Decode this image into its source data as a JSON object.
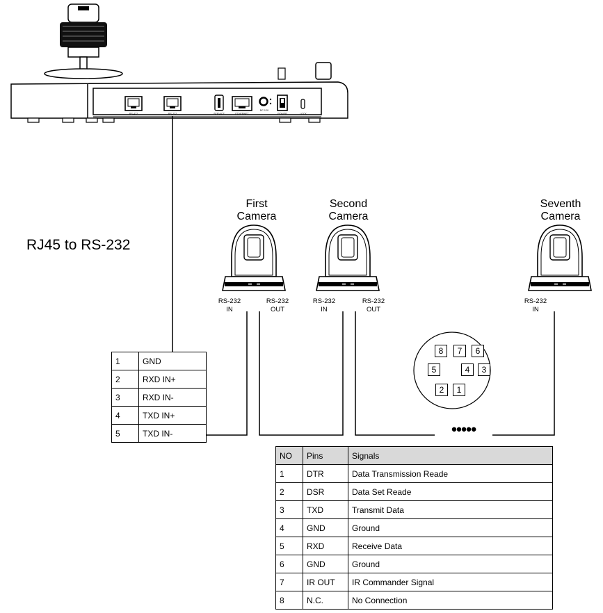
{
  "controller": {
    "port_labels": [
      "RS-422",
      "RS-232",
      "SERVICE",
      "ETHERNET",
      "DC 12V",
      "POWER",
      "LOCK"
    ]
  },
  "cable_label": "RJ45 to RS-232",
  "cameras": [
    {
      "name_line1": "First",
      "name_line2": "Camera",
      "in_label": [
        "RS-232",
        "IN"
      ],
      "out_label": [
        "RS-232",
        "OUT"
      ]
    },
    {
      "name_line1": "Second",
      "name_line2": "Camera",
      "in_label": [
        "RS-232",
        "IN"
      ],
      "out_label": [
        "RS-232",
        "OUT"
      ]
    },
    {
      "name_line1": "Seventh",
      "name_line2": "Camera",
      "in_label": [
        "RS-232",
        "IN"
      ]
    }
  ],
  "continuation": "●●●●●",
  "rj45_pinout": [
    {
      "no": "1",
      "signal": "GND"
    },
    {
      "no": "2",
      "signal": "RXD IN+"
    },
    {
      "no": "3",
      "signal": "RXD IN-"
    },
    {
      "no": "4",
      "signal": "TXD IN+"
    },
    {
      "no": "5",
      "signal": "TXD IN-"
    }
  ],
  "din_pins": [
    "8",
    "7",
    "6",
    "5",
    "4",
    "3",
    "2",
    "1"
  ],
  "signal_table": {
    "headers": [
      "NO",
      "Pins",
      "Signals"
    ],
    "rows": [
      [
        "1",
        "DTR",
        "Data Transmission Reade"
      ],
      [
        "2",
        "DSR",
        "Data Set Reade"
      ],
      [
        "3",
        "TXD",
        "Transmit Data"
      ],
      [
        "4",
        "GND",
        "Ground"
      ],
      [
        "5",
        "RXD",
        "Receive Data"
      ],
      [
        "6",
        "GND",
        "Ground"
      ],
      [
        "7",
        "IR OUT",
        "IR Commander Signal"
      ],
      [
        "8",
        "N.C.",
        "No Connection"
      ]
    ]
  }
}
